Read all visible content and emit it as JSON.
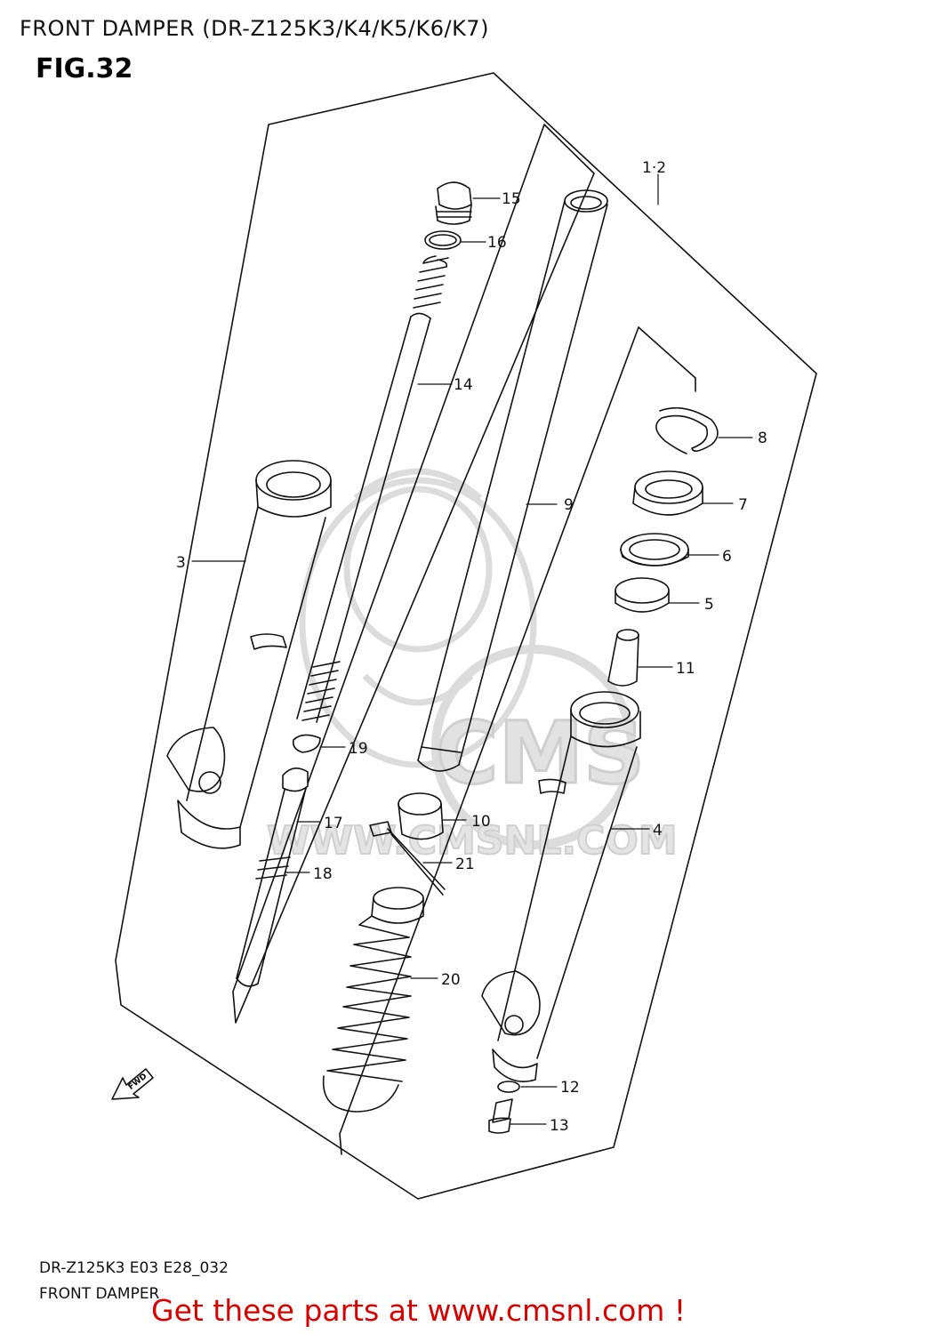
{
  "header": {
    "title": "FRONT DAMPER (DR-Z125K3/K4/K5/K6/K7)",
    "figure": "FIG.32"
  },
  "diagram": {
    "parts": [
      {
        "label": "1·2"
      },
      {
        "label": "15"
      },
      {
        "label": "16"
      },
      {
        "label": "14"
      },
      {
        "label": "8"
      },
      {
        "label": "7"
      },
      {
        "label": "9"
      },
      {
        "label": "6"
      },
      {
        "label": "3"
      },
      {
        "label": "5"
      },
      {
        "label": "11"
      },
      {
        "label": "19"
      },
      {
        "label": "17"
      },
      {
        "label": "10"
      },
      {
        "label": "4"
      },
      {
        "label": "21"
      },
      {
        "label": "18"
      },
      {
        "label": "20"
      },
      {
        "label": "12"
      },
      {
        "label": "13"
      }
    ],
    "fwd_label": "FWD",
    "watermark": {
      "brand": "CMS",
      "url": "WWW.CMSNL.COM"
    }
  },
  "footer": {
    "code": "DR-Z125K3 E03 E28_032",
    "name": "FRONT DAMPER",
    "link_text": "Get these parts at www.cmsnl.com !"
  },
  "colors": {
    "line": "#111111",
    "watermark": "#d9d9d9",
    "link": "#d60000"
  }
}
